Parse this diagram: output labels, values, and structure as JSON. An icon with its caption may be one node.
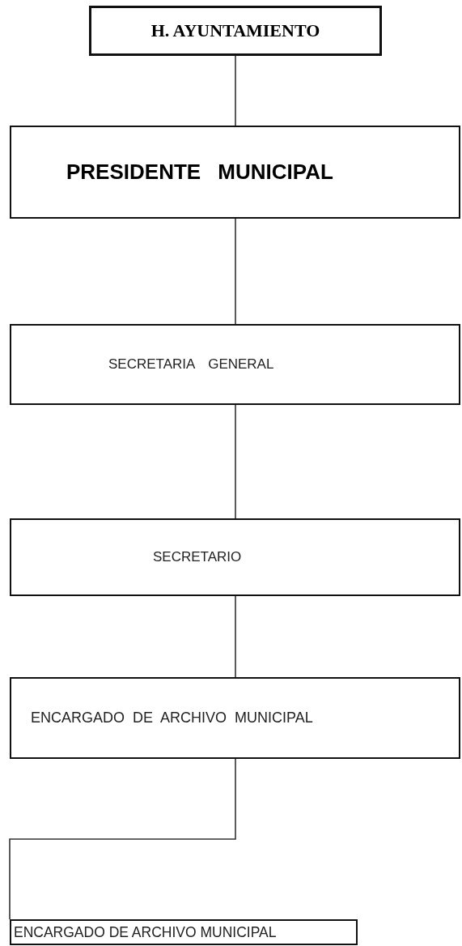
{
  "diagram": {
    "nodes": [
      {
        "text": [
          "H. AYUNTAMIENTO"
        ]
      },
      {
        "text": [
          "PRESIDENTE MUNICIPAL"
        ]
      },
      {
        "text": [
          "SECRETARIA GENERAL"
        ]
      },
      {
        "text": [
          "SECRETARIO"
        ]
      },
      {
        "text": [
          "ENCARGADO DE ARCHIVO MUNICIPAL"
        ]
      },
      {
        "text": [
          "ENCARGADO DE ARCHIVO MUNICIPAL"
        ]
      }
    ],
    "edges": [
      {
        "from": 0,
        "to": 1,
        "arrow": "none"
      },
      {
        "from": 1,
        "to": 2,
        "arrow": "none"
      },
      {
        "from": 2,
        "to": 3,
        "arrow": "none"
      },
      {
        "from": 3,
        "to": 4,
        "arrow": "none"
      },
      {
        "from": 4,
        "to": 5,
        "arrow": "none"
      }
    ]
  }
}
